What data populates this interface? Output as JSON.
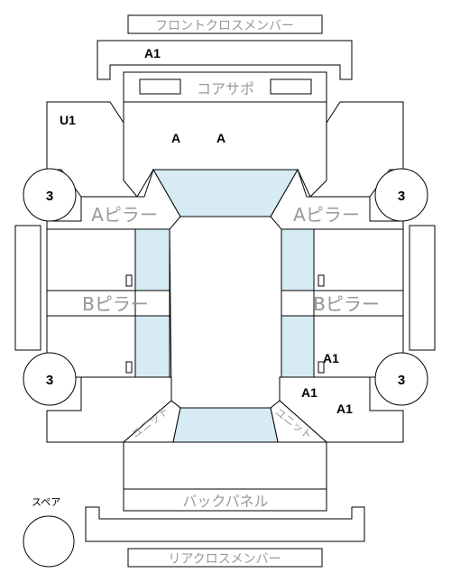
{
  "labels": {
    "front_cross_member": "フロントクロスメンバー",
    "core_support": "コアサポ",
    "a_pillar": "Aピラー",
    "b_pillar": "Bピラー",
    "back_panel": "バックパネル",
    "rear_cross_member": "リアクロスメンバー",
    "spare": "スペア",
    "unit": "ユニット"
  },
  "marks": {
    "front_member": "A1",
    "left_apron": "U1",
    "core_left": "A",
    "core_right": "A",
    "tire_fl": "3",
    "tire_fr": "3",
    "tire_rl": "3",
    "tire_rr": "3",
    "rear_pillar_right": "A1",
    "rear_floor_mid": "A1",
    "rear_floor_right": "A1"
  }
}
